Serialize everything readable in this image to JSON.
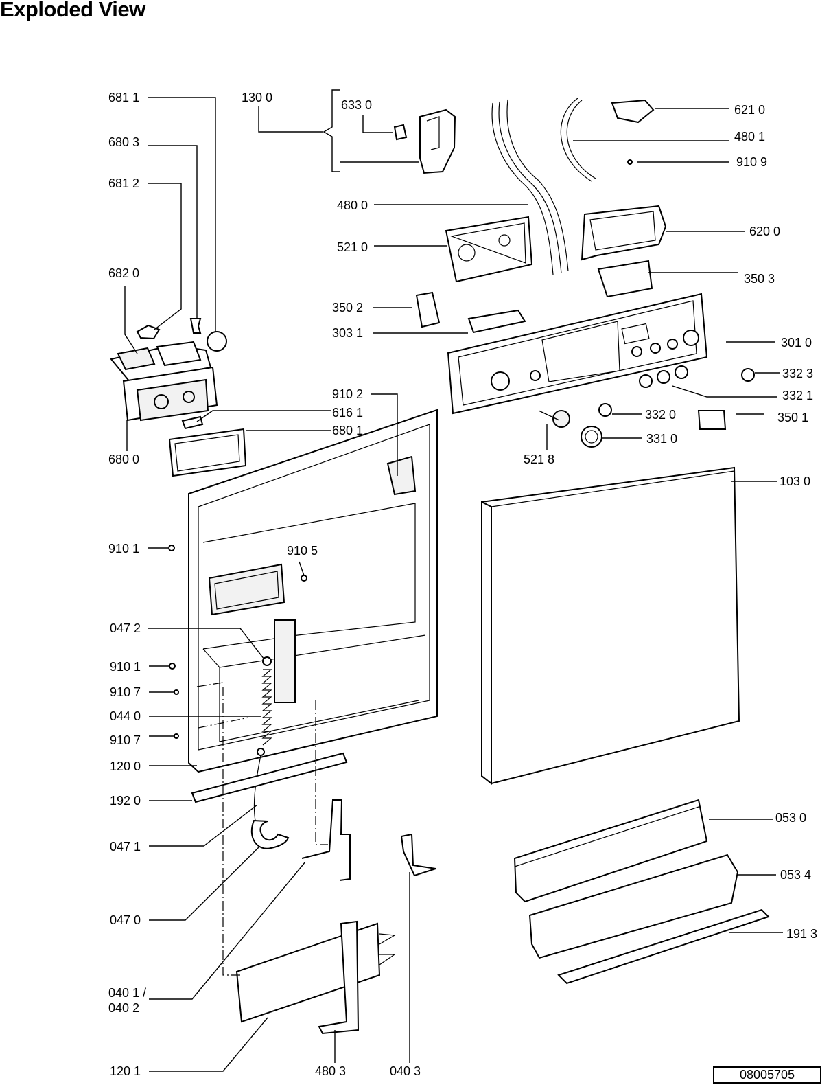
{
  "title": "Exploded View",
  "doc_code": "08005705",
  "labels": {
    "l6811": "681 1",
    "l1300": "130 0",
    "l6330": "633 0",
    "l6803": "680 3",
    "l6812": "681 2",
    "l6820": "682 0",
    "l6210": "621 0",
    "l4801": "480 1",
    "l9109": "910 9",
    "l4800": "480 0",
    "l5210": "521 0",
    "l6200": "620 0",
    "l3503": "350 3",
    "l3502": "350 2",
    "l3031": "303 1",
    "l3010": "301 0",
    "l3323": "332 3",
    "l3321": "332 1",
    "l9102": "910 2",
    "l6161": "616 1",
    "l6801": "680 1",
    "l3320": "332 0",
    "l3501": "350 1",
    "l3310": "331 0",
    "l5218": "521 8",
    "l6800": "680 0",
    "l1030": "103 0",
    "l9101a": "910 1",
    "l9105": "910 5",
    "l0472": "047 2",
    "l9101b": "910 1",
    "l9107a": "910 7",
    "l0440": "044 0",
    "l9107b": "910 7",
    "l1200": "120 0",
    "l1920": "192 0",
    "l0471": "047 1",
    "l0530": "053 0",
    "l0534": "053 4",
    "l0470": "047 0",
    "l1913": "191 3",
    "l0401a": "040 1 /",
    "l0401b": "040 2",
    "l1201": "120 1",
    "l4803": "480 3",
    "l0403": "040 3"
  }
}
